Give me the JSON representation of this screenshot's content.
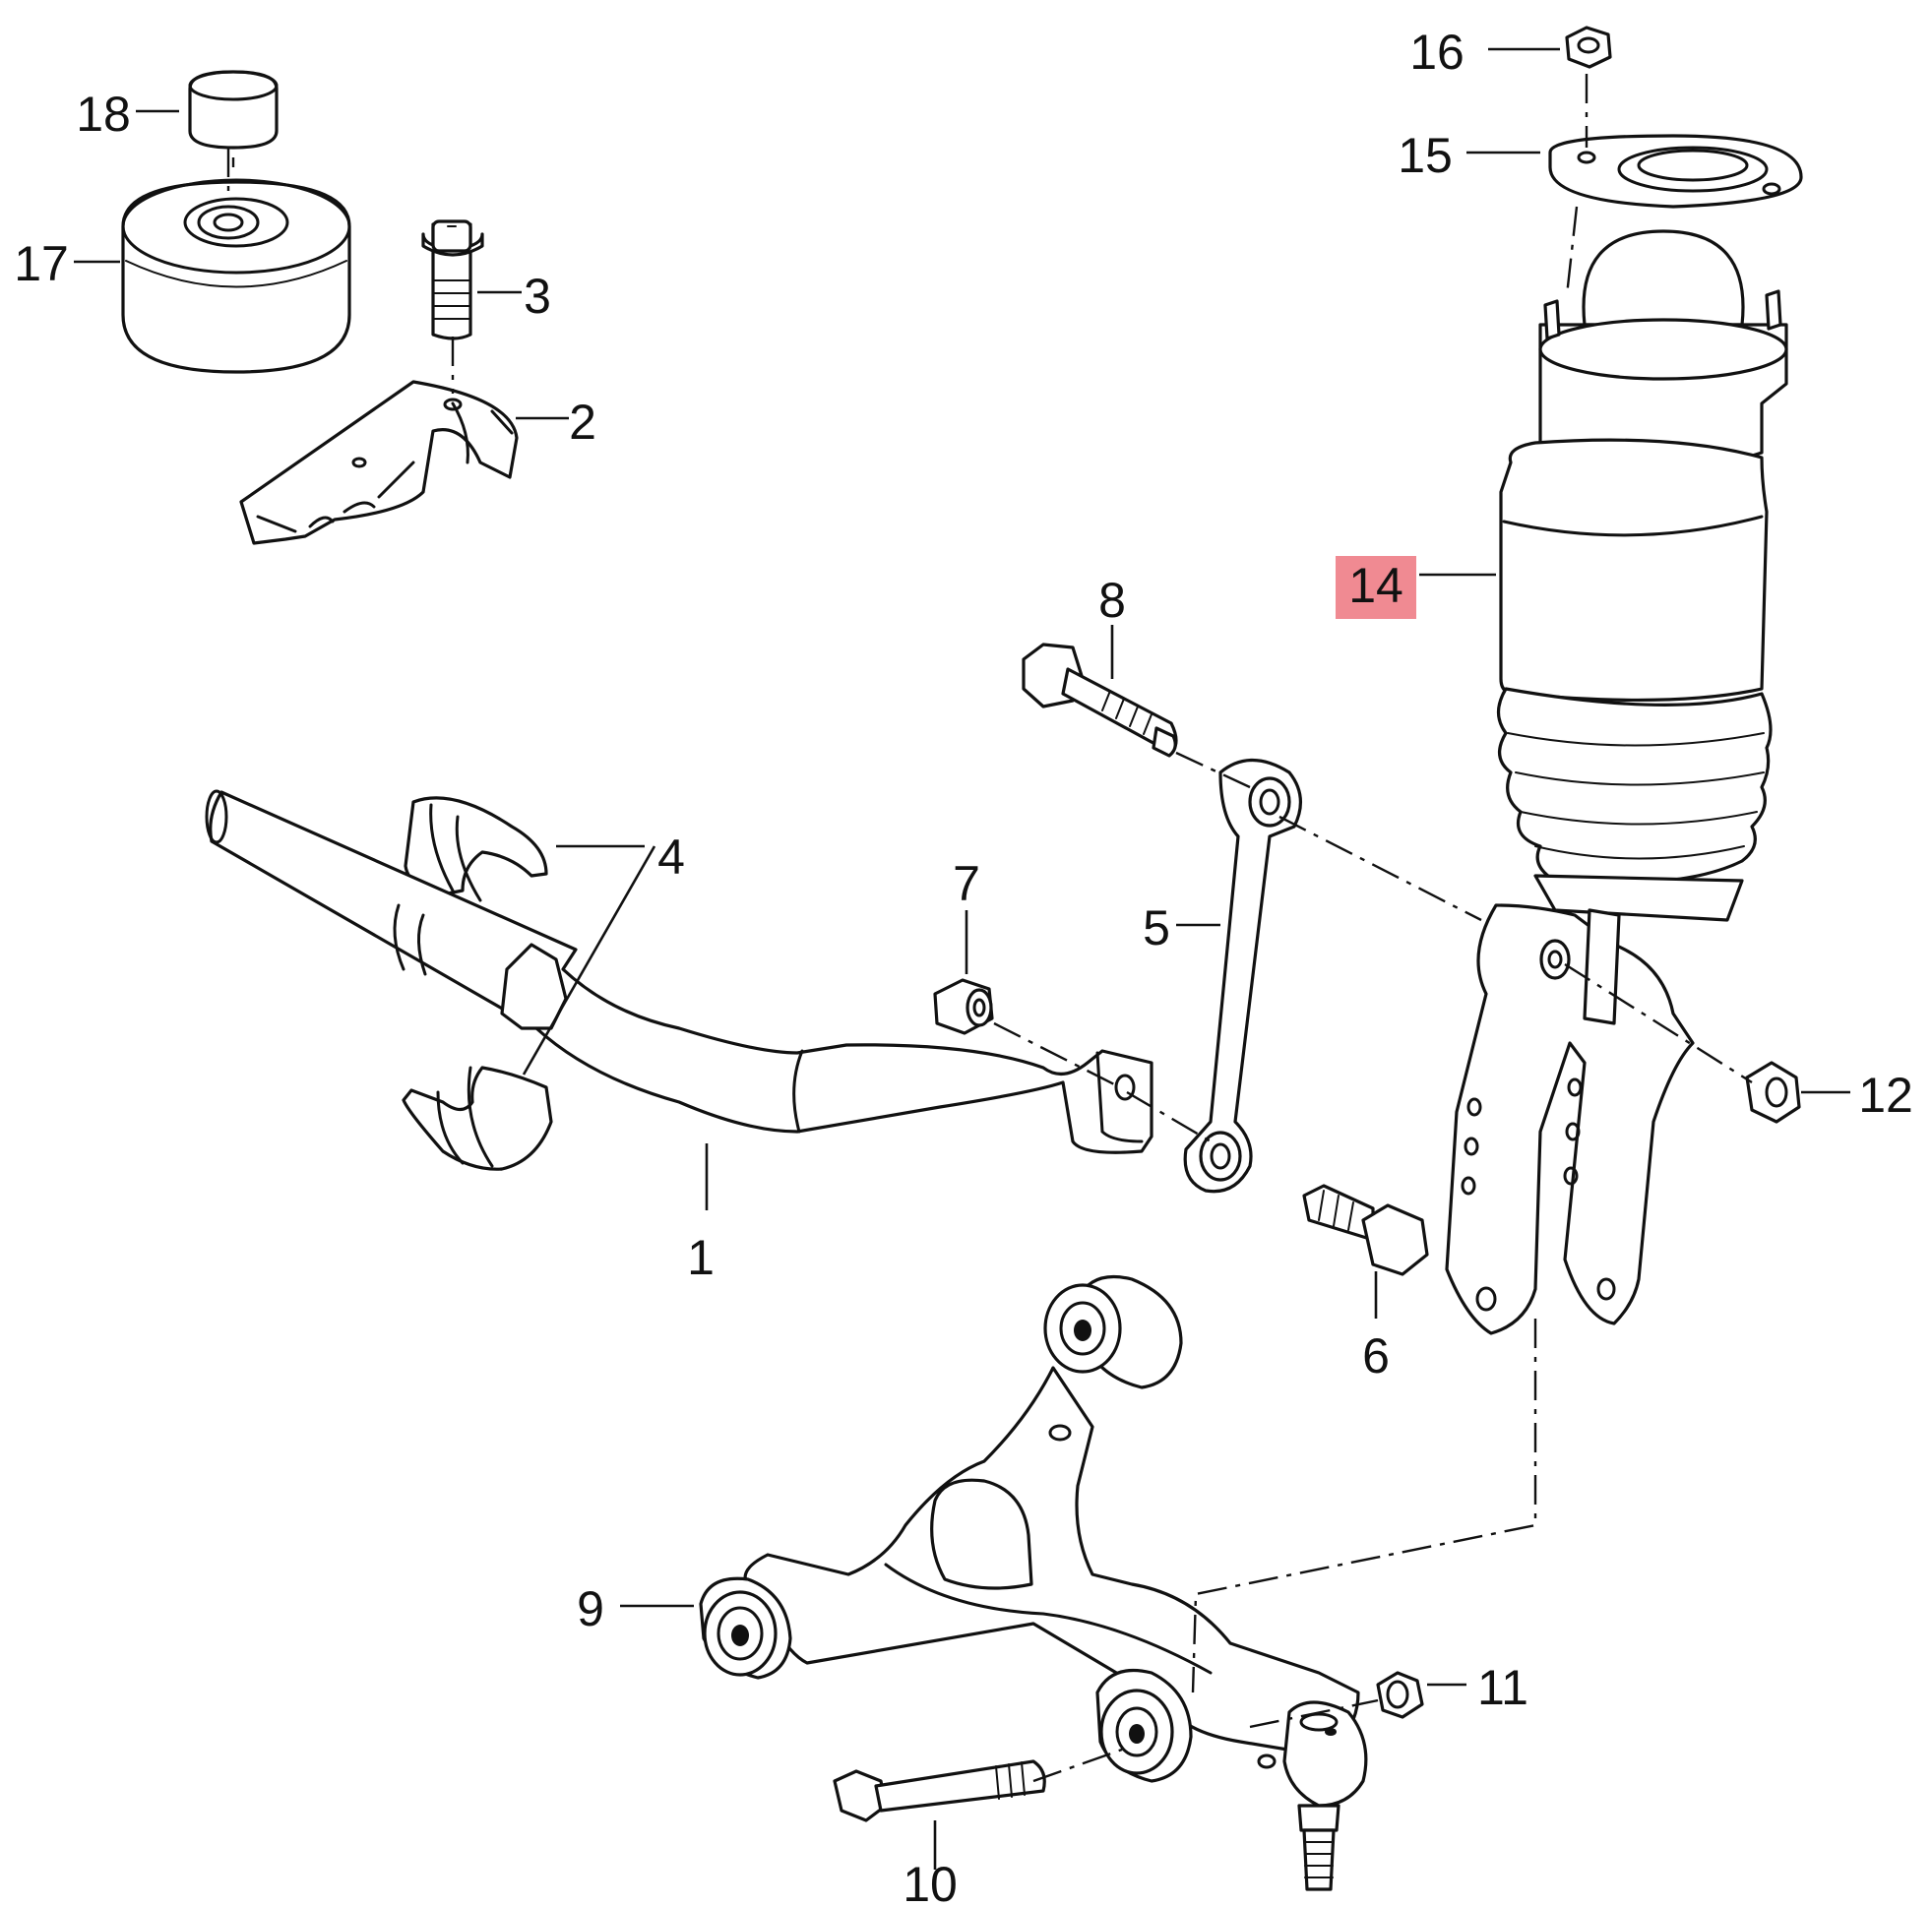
{
  "highlight_color": "#f08a92",
  "callouts": [
    {
      "id": "c1",
      "text": "1"
    },
    {
      "id": "c2",
      "text": "2"
    },
    {
      "id": "c3",
      "text": "3"
    },
    {
      "id": "c4",
      "text": "4"
    },
    {
      "id": "c5",
      "text": "5"
    },
    {
      "id": "c6",
      "text": "6"
    },
    {
      "id": "c7",
      "text": "7"
    },
    {
      "id": "c8",
      "text": "8"
    },
    {
      "id": "c9",
      "text": "9"
    },
    {
      "id": "c10",
      "text": "10"
    },
    {
      "id": "c11",
      "text": "11"
    },
    {
      "id": "c12",
      "text": "12"
    },
    {
      "id": "c14",
      "text": "14",
      "highlighted": true
    },
    {
      "id": "c15",
      "text": "15"
    },
    {
      "id": "c16",
      "text": "16"
    },
    {
      "id": "c17",
      "text": "17"
    },
    {
      "id": "c18",
      "text": "18"
    }
  ]
}
